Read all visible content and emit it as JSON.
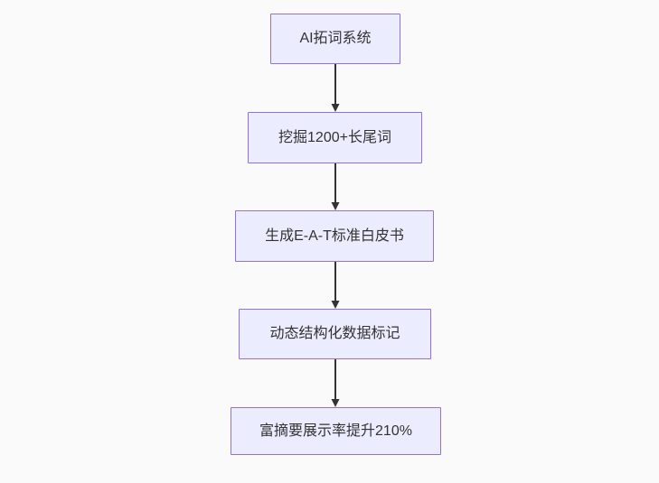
{
  "diagram": {
    "type": "flowchart",
    "direction": "top-down",
    "colors": {
      "background": "#fafafa",
      "node_fill": "#ececff",
      "node_border": "#9370db",
      "node_text": "#333333",
      "arrow": "#333333"
    },
    "nodes": [
      {
        "id": "A",
        "label": "AI拓词系统"
      },
      {
        "id": "B",
        "label": "挖掘1200+长尾词"
      },
      {
        "id": "C",
        "label": "生成E-A-T标准白皮书"
      },
      {
        "id": "D",
        "label": "动态结构化数据标记"
      },
      {
        "id": "E",
        "label": "富摘要展示率提升210%"
      }
    ],
    "edges": [
      {
        "from": "A",
        "to": "B"
      },
      {
        "from": "B",
        "to": "C"
      },
      {
        "from": "C",
        "to": "D"
      },
      {
        "from": "D",
        "to": "E"
      }
    ]
  }
}
